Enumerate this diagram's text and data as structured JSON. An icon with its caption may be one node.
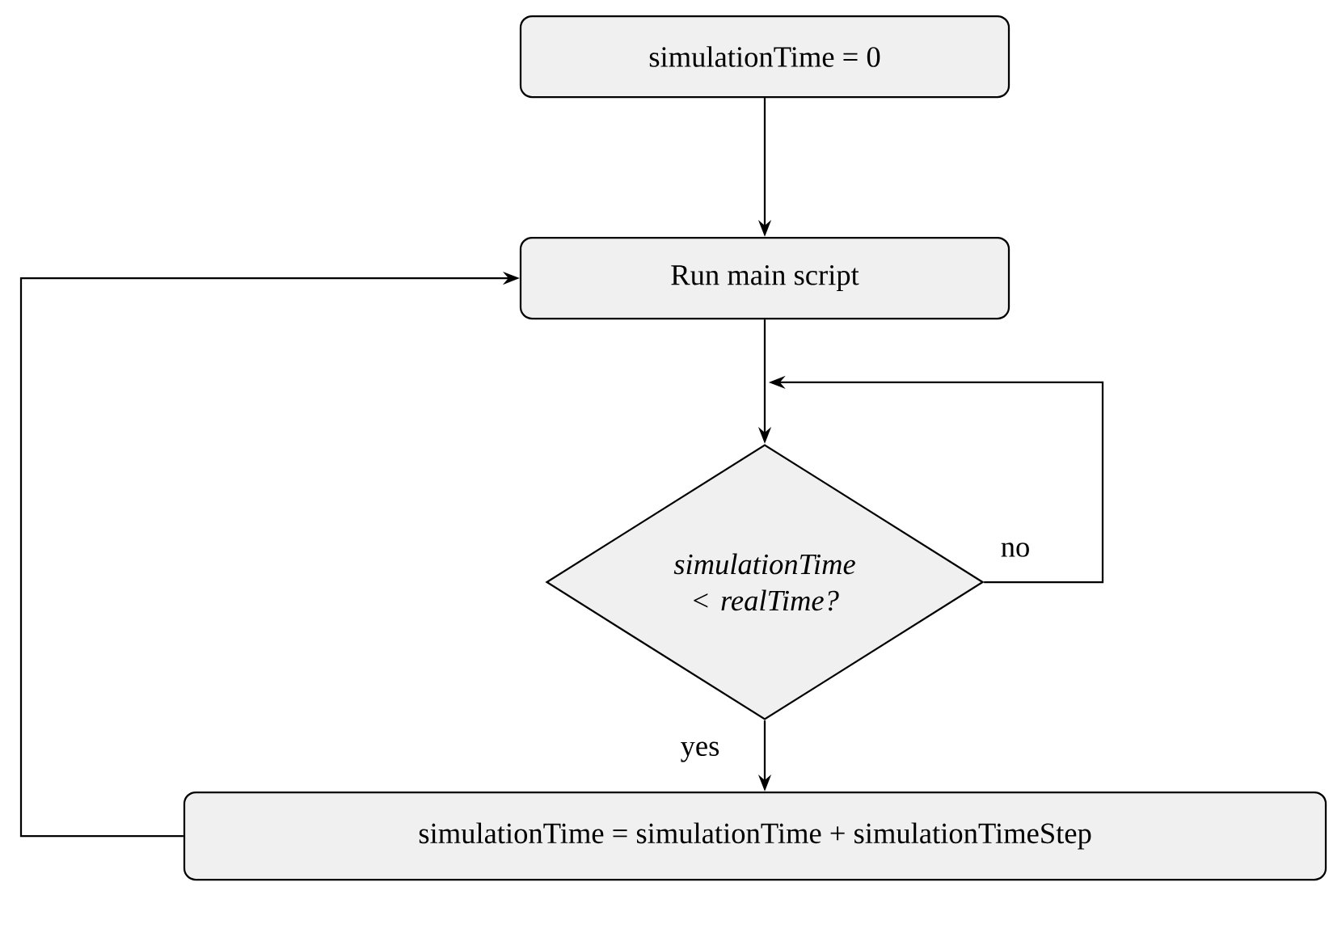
{
  "diagram": {
    "nodes": [
      {
        "text": [
          "simulationTime = 0"
        ]
      },
      {
        "text": [
          "Run main script"
        ]
      },
      {
        "text": [
          "simulationTime < realTime?"
        ]
      },
      {
        "text": [
          "simulationTime = simulationTime + simulationTimeStep"
        ]
      }
    ],
    "edges": [
      {
        "from": 0,
        "to": 1,
        "arrow": "to"
      },
      {
        "from": 1,
        "to": 2,
        "arrow": "to"
      },
      {
        "from": 2,
        "to": 2,
        "arrow": "to",
        "label": "no"
      },
      {
        "from": 2,
        "to": 3,
        "arrow": "to",
        "label": "yes"
      },
      {
        "from": 3,
        "to": 1,
        "arrow": "to"
      }
    ]
  }
}
